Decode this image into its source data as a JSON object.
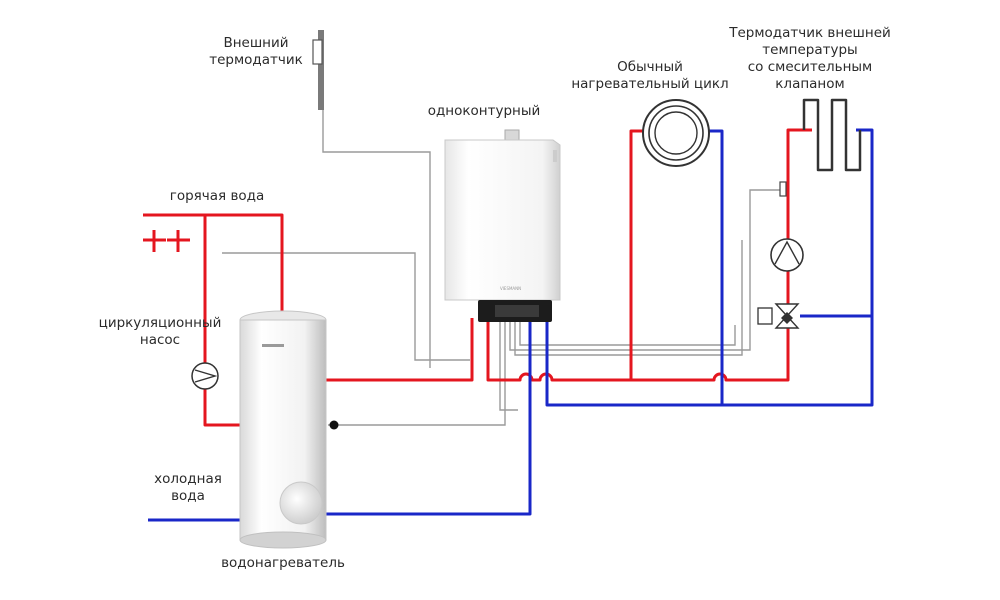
{
  "labels": {
    "outdoor_sensor": [
      "Внешний",
      "термодатчик"
    ],
    "boiler": "одноконтурный",
    "heating_circuit": [
      "Обычный",
      "нагревательный цикл"
    ],
    "mixing_sensor": [
      "Термодатчик внешней",
      "температуры",
      "со смесительным",
      "клапаном"
    ],
    "hot_water": "горячая вода",
    "circulation_pump": [
      "циркуляционный",
      "насос"
    ],
    "cold_water": [
      "холодная",
      "вода"
    ],
    "water_heater": "водонагреватель"
  },
  "colors": {
    "hot_pipe": "#e4161f",
    "cold_pipe": "#1a27c8",
    "signal_wire": "#9a9a9a",
    "text": "#2b2b2b"
  },
  "icons": [
    "sensor-icon",
    "pump-icon",
    "radiator-icon",
    "mixing-valve-icon",
    "boiler-icon",
    "tank-icon"
  ]
}
